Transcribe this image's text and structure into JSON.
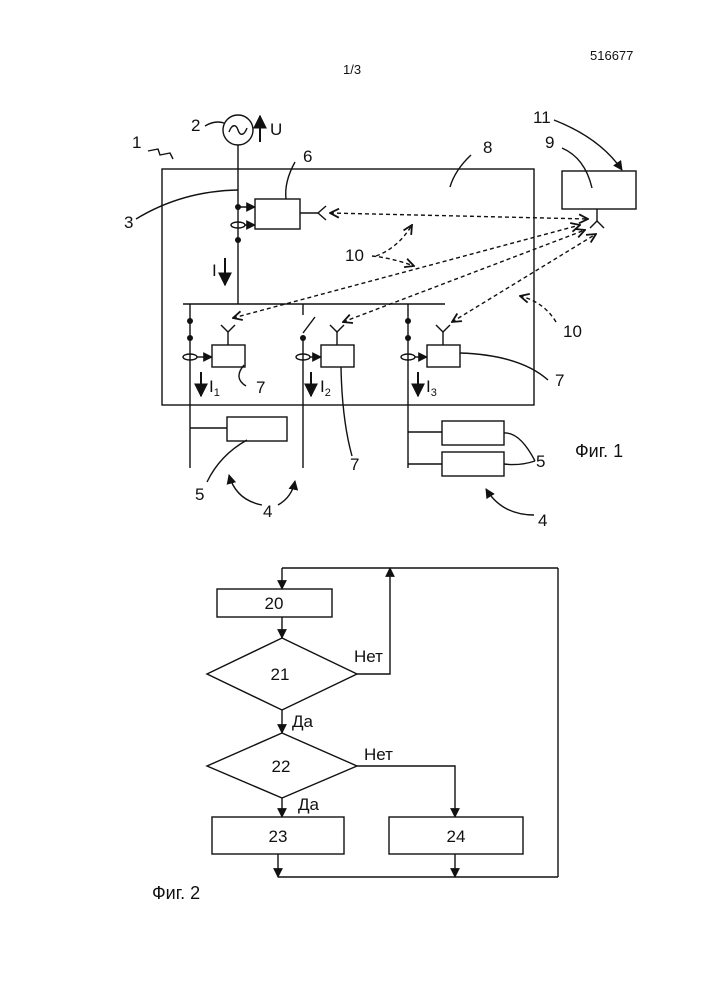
{
  "header": {
    "doc_number": "516677",
    "page": "1/3"
  },
  "fig1": {
    "caption": "Фиг. 1",
    "labels": {
      "n1": "1",
      "n2": "2",
      "n3": "3",
      "n4a": "4",
      "n4b": "4",
      "n5a": "5",
      "n5b": "5",
      "n6": "6",
      "n7a": "7",
      "n7b": "7",
      "n7c": "7",
      "n8": "8",
      "n9": "9",
      "n10a": "10",
      "n10b": "10",
      "n11": "11"
    },
    "voltage": "U",
    "current": "I",
    "branch_currents": [
      {
        "base": "I",
        "sub": "1"
      },
      {
        "base": "I",
        "sub": "2"
      },
      {
        "base": "I",
        "sub": "3"
      }
    ]
  },
  "fig2": {
    "caption": "Фиг. 2",
    "blocks": {
      "b20": "20",
      "b21": "21",
      "b22": "22",
      "b23": "23",
      "b24": "24"
    },
    "edges": {
      "no1": "Нет",
      "yes1": "Да",
      "no2": "Нет",
      "yes2": "Да"
    }
  }
}
